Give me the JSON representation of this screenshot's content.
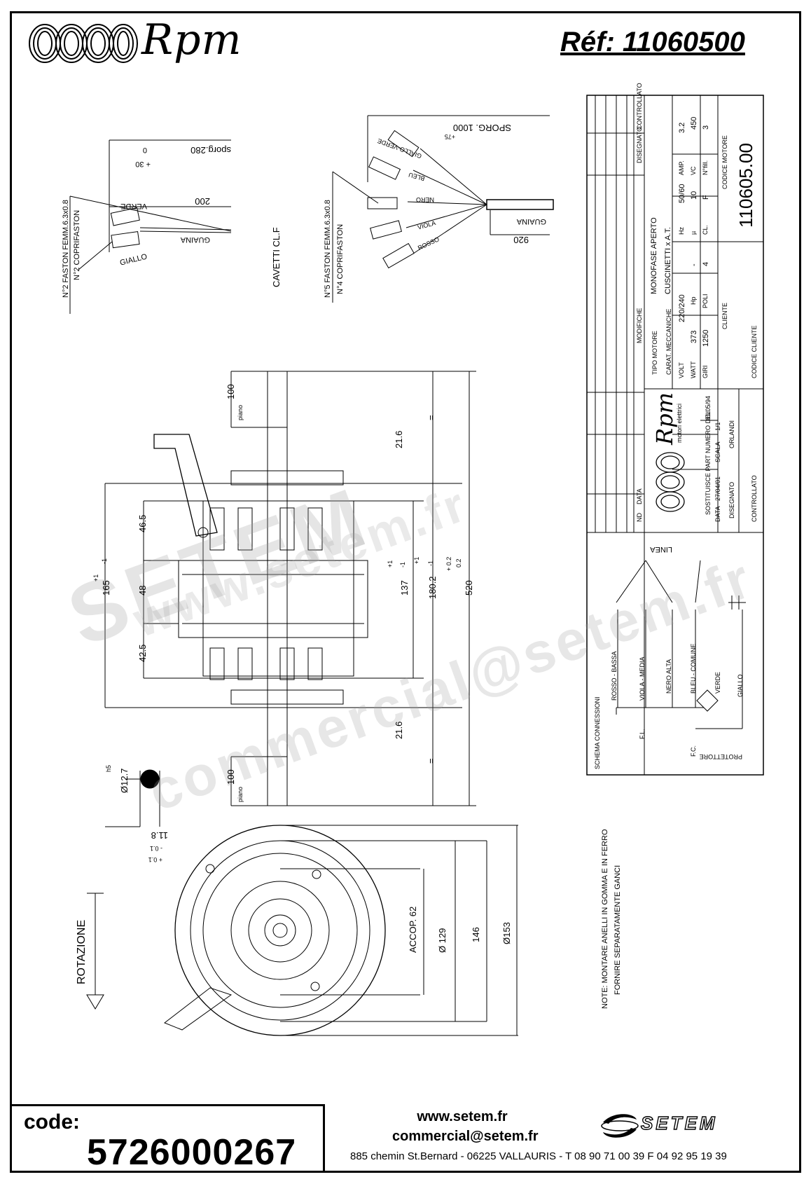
{
  "header": {
    "brand": "Rpm",
    "reference": "Réf:  11060500"
  },
  "wiring_left": {
    "sporg": "sporg.280",
    "tol_zero": "0",
    "tol_plus30": "+ 30",
    "dim_200": "200",
    "verde": "VERDE",
    "giallo": "GIALLO",
    "guaina": "GUAINA",
    "faston_1": "N°2 FASTON FEMM.6.3x0.8",
    "faston_2": "N°2 COPRIFASTON"
  },
  "cavetti": "CAVETTI CL.F",
  "wiring_right": {
    "sporg": "SPORG. 1000",
    "tol_plus75": "+75",
    "giallo_verde": "GIALLO-VERDE",
    "bleu": "BLEU",
    "nero": "NERO",
    "viola": "VIOLA",
    "rosso": "ROSSO",
    "guaina": "GUAINA",
    "dim_920": "920",
    "faston_1": "N°5 FASTON FEMM.6.3x0.8",
    "faston_2": "N°4 COPRIFASTON"
  },
  "side_view": {
    "dim_100_top": "100",
    "piano_top": "piano",
    "dim_21_6_top": "21.6",
    "eq_top": "=",
    "dim_46_5": "46.5",
    "dim_48": "48",
    "dim_42_5": "42.5",
    "dim_165": "165",
    "tol_165": "+1",
    "tol_165b": "-1",
    "dim_137": "137",
    "tol_137": "+1",
    "tol_137b": "-1",
    "dim_180_2": "180.2",
    "tol_180": "+1",
    "tol_180b": "-1",
    "dim_520": "520",
    "tol_520a": "+ 0.2",
    "tol_520b": "0.2",
    "dim_21_6_bottom": "21.6",
    "eq_bottom": "=",
    "dim_100_bottom": "100",
    "piano_bottom": "piano"
  },
  "shaft": {
    "h5": "h5",
    "diam": "Ø12.7",
    "dim_11_8": "11.8",
    "tol_minus": "- 0.1",
    "tol_plus": "+ 0.1"
  },
  "front_view": {
    "rotazione": "ROTAZIONE",
    "accop": "ACCOP. 62",
    "d129": "Ø 129",
    "d146": "146",
    "d153": "Ø153"
  },
  "note": {
    "line1": "NOTE:  MONTARE ANELLI IN GOMMA E IN FERRO",
    "line2": "FORNIRE SEPARATAMENTE GANCI"
  },
  "title_block": {
    "modifiche": "MODIFICHE",
    "disegnato": "DISEGNATO",
    "controllato": "CONTROLLATO",
    "nd": "ND",
    "data": "DATA",
    "tipo_motore_label": "TIPO MOTORE",
    "tipo_motore_value": "MONOFASE APERTO",
    "carat_label": "CARAT. MECCANICHE",
    "carat_value": "CUSCINETTI x A.T.",
    "volt_label": "VOLT",
    "volt_value": "220/240",
    "hz_label": "Hz",
    "hz_value": "50/60",
    "amp_label": "AMP.",
    "amp_value": "3.2",
    "watt_label": "WATT",
    "watt_value": "373",
    "hp_label": "Hp",
    "hp_value": "-",
    "mu_label": "µ",
    "mu_value": "10",
    "vc_label": "VC",
    "vc_value": "450",
    "giri_label": "GIRI",
    "giri_value": "1250",
    "poli_label": "POLI",
    "poli_value": "4",
    "cl_label": "CL.",
    "cl_value": "F",
    "nfil_label": "N°fill.",
    "nfil_value": "3",
    "cliente_label": "CLIENTE",
    "codice_motore_label": "CODICE MOTORE",
    "codice_motore_value": "110605.00",
    "codice_cliente_label": "CODICE CLIENTE",
    "rpm_brand": "Rpm",
    "rpm_sub": "motori elettrici",
    "sostituisce_label": "SOSTITUISCE PART NUMERO DEL",
    "sostituisce_value": "31/05/94",
    "scala_label": "SCALA",
    "scala_value": "1/1",
    "data_label": "DATA",
    "data_value": "27/04/01",
    "disegnato_label": "DISEGNATO",
    "disegnato_value": "ORLANDI",
    "controllato_label": "CONTROLLATO"
  },
  "schema": {
    "title": "SCHEMA CONNESSIONI",
    "linea": "LINEA",
    "rosso_bassa": "ROSSO - BASSA",
    "viola_media": "VIOLA - MEDIA",
    "nero_alta": "NERO ALTA",
    "bleu_comune": "BLEU - COMUNE",
    "verde": "VERDE",
    "giallo": "GIALLO",
    "fl": "F.L.",
    "fc": "F.C.",
    "protettore": "PROTETTORE"
  },
  "watermark": {
    "site": "www.setem.fr",
    "brand": "SETEM",
    "email": "commercial@setem.fr"
  },
  "footer": {
    "code_label": "code:",
    "code_value": "5726000267",
    "website": "www.setem.fr",
    "email": "commercial@setem.fr",
    "address": "885 chemin St.Bernard  -  06225 VALLAURIS  -  T 08 90 71 00 39   F 04 92 95 19 39",
    "setem_logo": "SETEM"
  }
}
